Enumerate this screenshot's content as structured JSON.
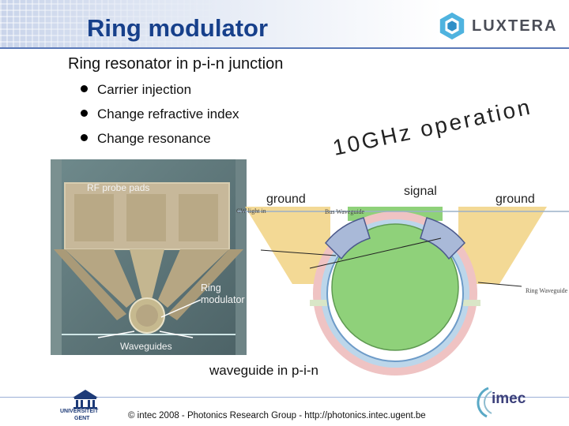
{
  "header": {
    "title": "Ring modulator",
    "logo_text": "LUXTERA"
  },
  "subtitle": "Ring resonator in p-i-n junction",
  "bullets": [
    {
      "label": "Carrier injection"
    },
    {
      "label": "Change refractive index"
    },
    {
      "label": "Change resonance"
    }
  ],
  "annotation": "10GHz operation",
  "photo_labels": {
    "rf_probe_pads": "RF probe pads",
    "ring_modulator_line1": "Ring",
    "ring_modulator_line2": "modulator",
    "waveguides": "Waveguides"
  },
  "diagram_labels": {
    "ground_left": "ground",
    "signal": "signal",
    "ground_right": "ground",
    "cw_light_in": "CW light in",
    "bus_waveguide": "Bus Waveguide",
    "ring_waveguide": "Ring Waveguide",
    "caption": "waveguide in p-i-n"
  },
  "footer": {
    "text": "© intec 2008  -  Photonics Research Group  -  http://photonics.intec.ugent.be",
    "ugent_line1": "UNIVERSITEIT",
    "ugent_line2": "GENT",
    "imec_text": "imec"
  },
  "colors": {
    "title": "#17408b",
    "rule": "#5a79b8",
    "ground_metal": "#f2d58a",
    "signal_metal": "#8fd17a",
    "ring_pink": "#efc3c3",
    "ring_blue": "#bcd6ea"
  }
}
